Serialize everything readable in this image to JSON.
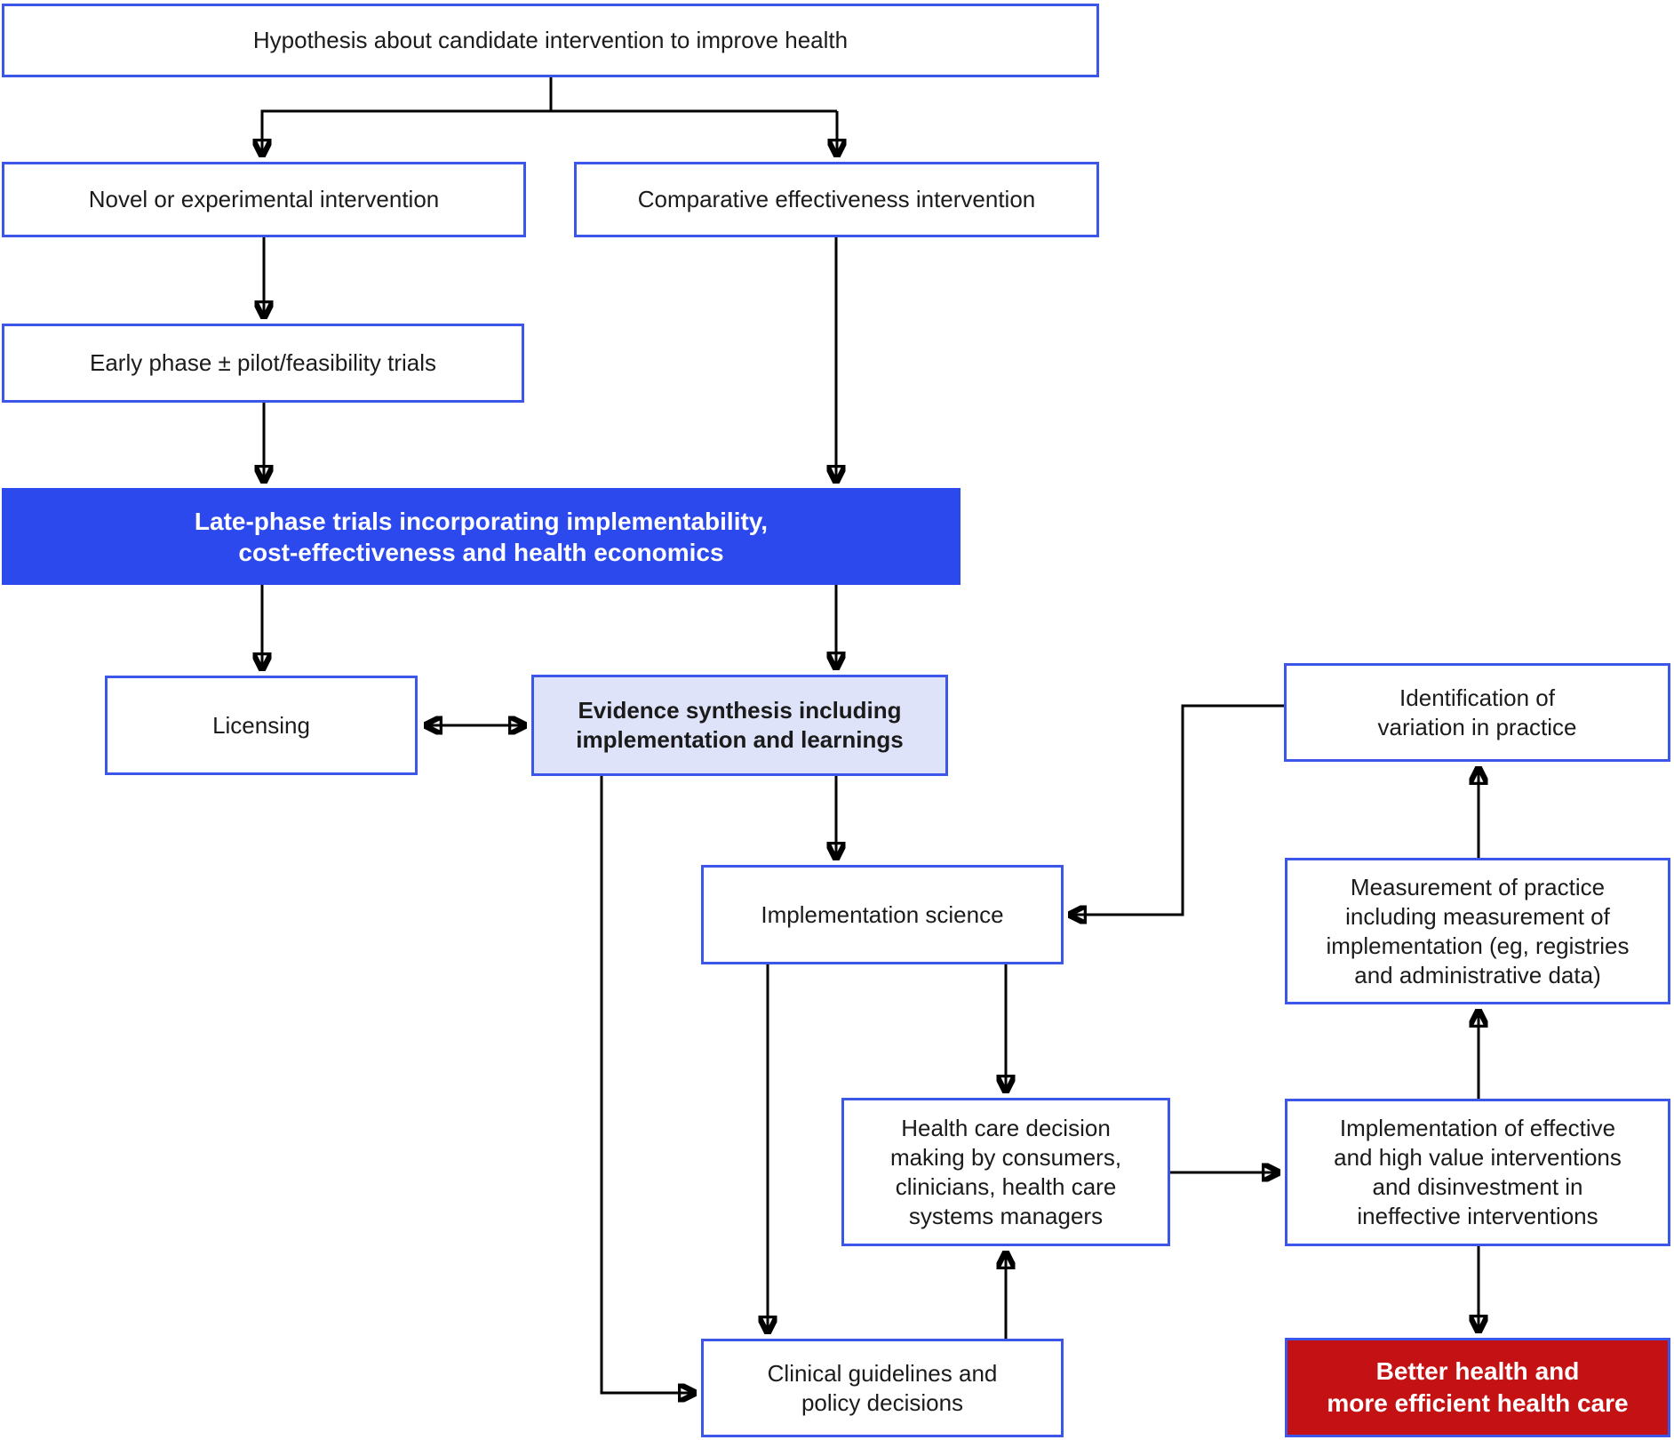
{
  "colors": {
    "border_blue": "#3b56e9",
    "late_fill": "#2c49ee",
    "evidence_fill": "#dfe3fa",
    "better_fill": "#c41114",
    "arrow_black": "#000000",
    "text_dark": "#1b1b1b",
    "text_light": "#ffffff"
  },
  "boxes": {
    "hypothesis": {
      "label": "Hypothesis about candidate intervention to improve health"
    },
    "novel": {
      "label": "Novel or experimental intervention"
    },
    "comparative": {
      "label": "Comparative effectiveness intervention"
    },
    "early_phase": {
      "label": "Early phase ± pilot/feasibility trials"
    },
    "late_phase": {
      "label": "Late-phase trials incorporating implementability,\ncost-effectiveness and health economics"
    },
    "licensing": {
      "label": "Licensing"
    },
    "evidence_synthesis": {
      "label": "Evidence synthesis including\nimplementation and learnings"
    },
    "implementation_science": {
      "label": "Implementation science"
    },
    "identification": {
      "label": "Identification of\nvariation in practice"
    },
    "measurement": {
      "label": "Measurement of practice\nincluding measurement of\nimplementation (eg, registries\nand administrative data)"
    },
    "health_care_decision": {
      "label": "Health care decision\nmaking by consumers,\nclinicians, health care\nsystems managers"
    },
    "implementation_effective": {
      "label": "Implementation of effective\nand high value interventions\nand disinvestment in\nineffective interventions"
    },
    "clinical_guidelines": {
      "label": "Clinical guidelines and\npolicy decisions"
    },
    "better_health": {
      "label": "Better health and\nmore efficient health care"
    }
  }
}
